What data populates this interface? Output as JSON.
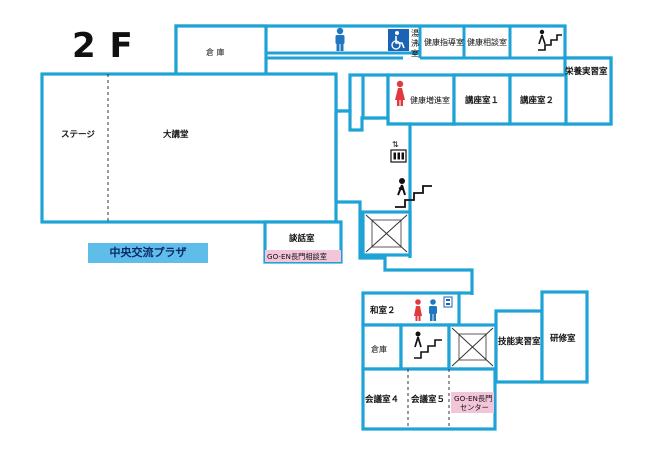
{
  "floor": {
    "label": "2 F"
  },
  "plaza": {
    "label": "中央交流プラザ"
  },
  "rooms": {
    "storage_top": "倉 庫",
    "bath": [
      "湯",
      "沸",
      "室"
    ],
    "health_guidance": "健康指導室",
    "health_consult": "健康相談室",
    "nutrition_lab": "栄養実習室",
    "health_promotion": "健康増進室",
    "lecture1": "講座室１",
    "lecture2": "講座室２",
    "stage": "ステージ",
    "main_hall": "大講堂",
    "talk_room": "談話室",
    "goen_consult": "GO-EN長門相談室",
    "washitsu2": "和室２",
    "storage_small": "倉庫",
    "skills_lab": "技能実習室",
    "training_room": "研修室",
    "conf4": "会議室４",
    "conf5": "会議室５",
    "goen_center": [
      "GO-EN長門",
      "センター"
    ]
  },
  "icons": [
    "floor-plan-wall-icon",
    "male-restroom-icon",
    "accessible-restroom-icon",
    "female-restroom-icon",
    "elevator-icon",
    "stairs-icon",
    "stairwell-void-icon"
  ],
  "colors": {
    "wall": "#1fa3d6",
    "plaza_label_bg": "#5fbde9",
    "pink_label_bg": "#f2c5d9",
    "male": "#1f77c0",
    "female": "#e03a3e",
    "accessible": "#1b63b5"
  }
}
